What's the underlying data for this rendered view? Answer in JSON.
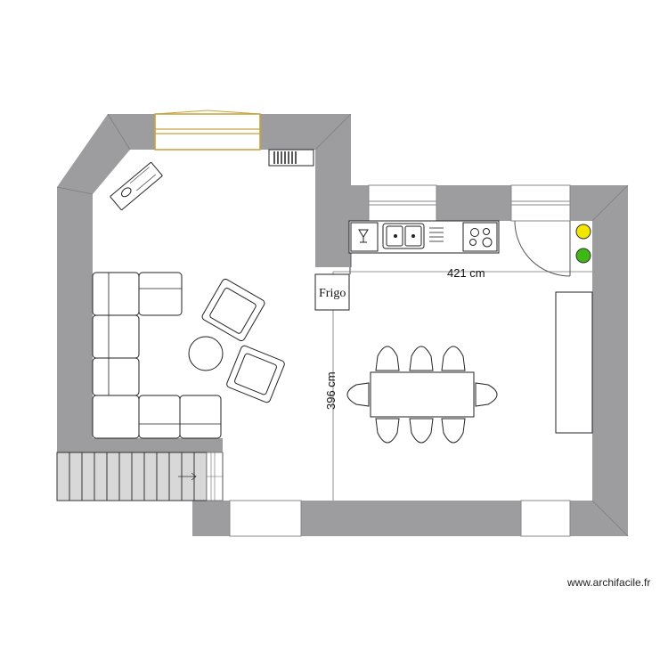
{
  "plan": {
    "width_label": "421 cm",
    "height_label": "396 cm",
    "fridge_label": "Frigo",
    "watermark": "www.archifacile.fr"
  },
  "colors": {
    "wall": "#9d9c9f",
    "stairs": "#d8d8d8",
    "bay_window": "#c9a13b",
    "indicator_yellow": "#f2e600",
    "indicator_green": "#3fb816"
  }
}
